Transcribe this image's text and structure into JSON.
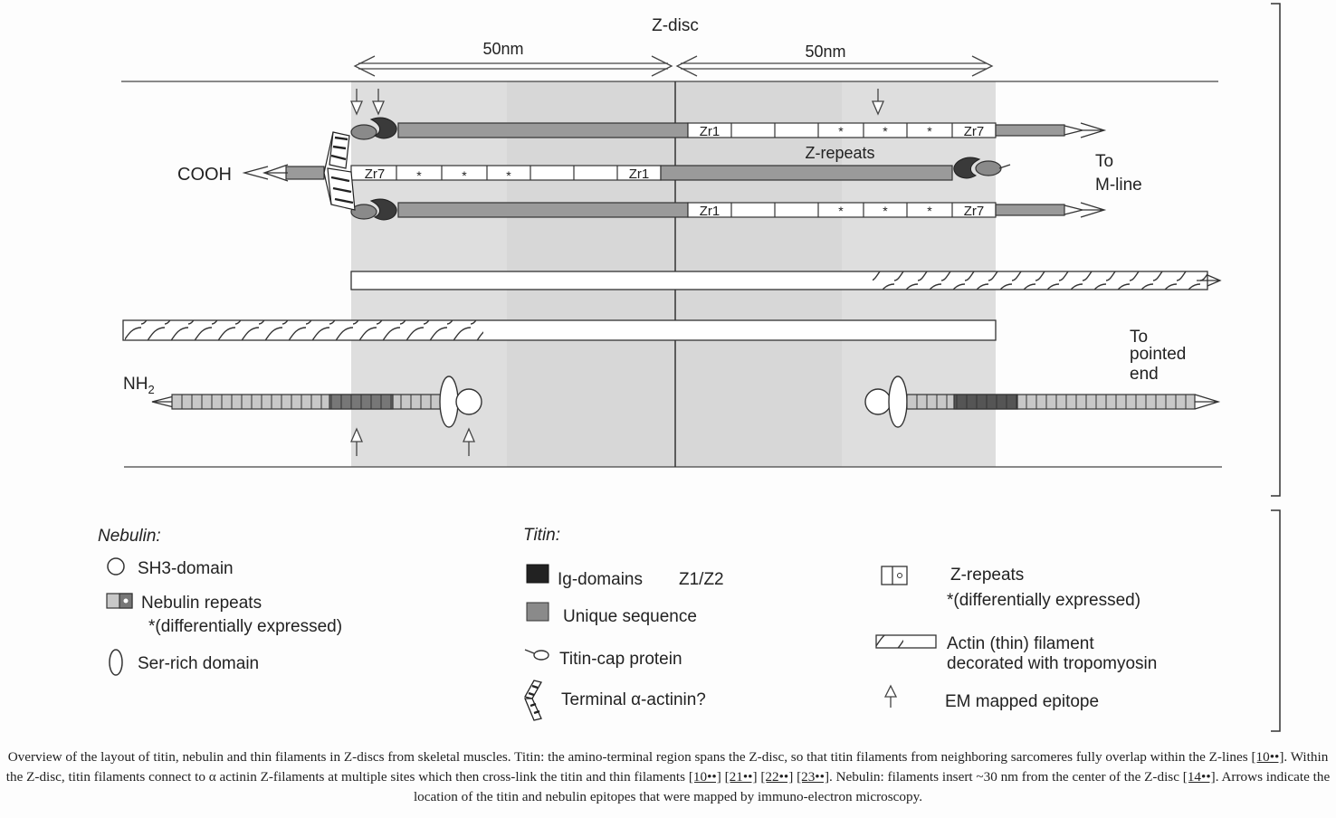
{
  "diagram": {
    "zdisc_label": "Z-disc",
    "left_span_label": "50nm",
    "right_span_label": "50nm",
    "cooh_label": "COOH",
    "nh2_label": "NH",
    "nh2_subscript": "2",
    "to_mline": [
      "To",
      "M-line"
    ],
    "to_pointed_end": [
      "To",
      "pointed",
      "end"
    ],
    "zrepeats_label": "Z-repeats",
    "zr_first": "Zr1",
    "zr_last": "Zr7",
    "star": "*"
  },
  "legend": {
    "nebulin": {
      "heading": "Nebulin:",
      "sh3": "SH3-domain",
      "repeats": "Nebulin repeats",
      "repeats_note": "*(differentially expressed)",
      "ser": "Ser-rich domain"
    },
    "titin": {
      "heading": "Titin:",
      "ig": "Ig-domains",
      "z1z2": "Z1/Z2",
      "unique": "Unique sequence",
      "cap": "Titin-cap protein",
      "actinin": "Terminal α-actinin?",
      "zrepeats": "Z-repeats",
      "zrepeats_note": "*(differentially expressed)",
      "actin": "Actin (thin) filament",
      "actin2": "decorated with tropomyosin",
      "epitope": "EM mapped epitope"
    }
  },
  "caption": {
    "t1": "Overview of the layout of titin, nebulin and thin filaments in Z-discs from skeletal muscles. Titin: the amino-terminal region spans the Z-disc, so that titin filaments from neighboring sarcomeres fully overlap within the Z-lines ",
    "r1": "[10••]",
    "t2": ". Within the Z-disc, titin filaments connect to α actinin Z-filaments at multiple sites which then cross-link the titin and thin filaments ",
    "r2": "[10••]",
    "r3": "[21••]",
    "r4": "[22••]",
    "r5": "[23••]",
    "t3": ". Nebulin: filaments insert ~30 nm from the center of the Z-disc ",
    "r6": "[14••]",
    "t4": ". Arrows indicate the location of the titin and nebulin epitopes that were mapped by immuno-electron microscopy."
  }
}
